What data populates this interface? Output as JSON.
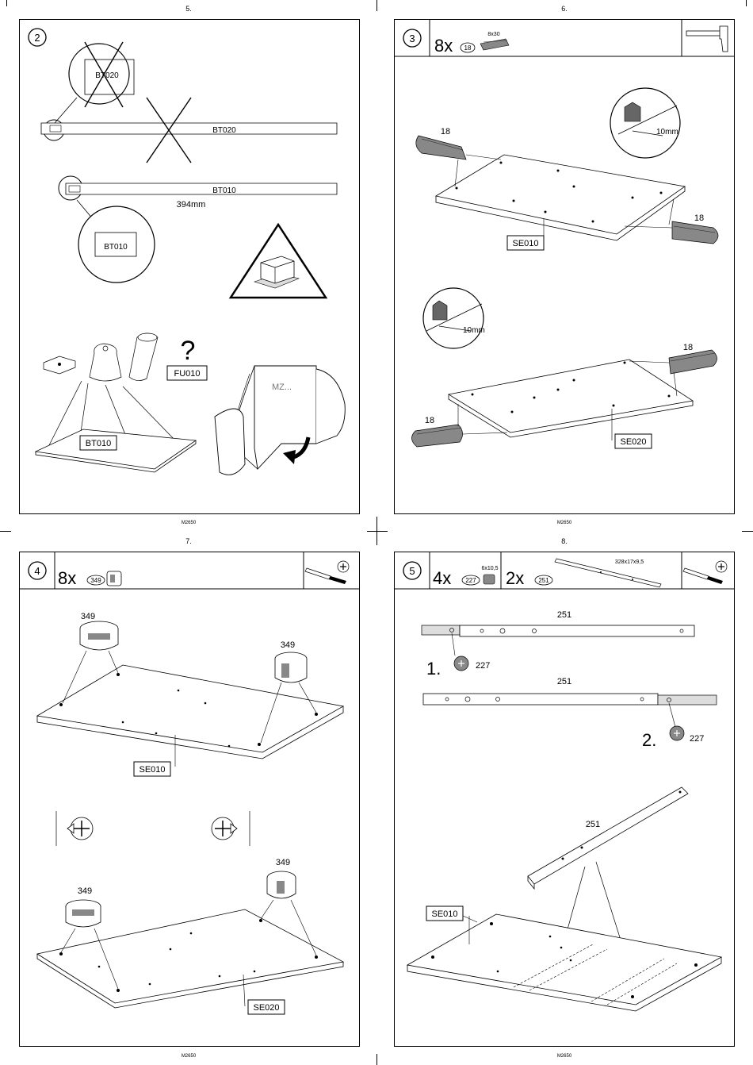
{
  "pages": [
    {
      "page_number": "5.",
      "footer": "M2650",
      "step": "2",
      "labels": {
        "bt020_zoom": "BT020",
        "bt020_rail": "BT020",
        "bt010_rail": "BT010",
        "length": "394mm",
        "bt010_zoom": "BT010",
        "fu010": "FU010",
        "bt010_board": "BT010",
        "question": "?",
        "handwriting": "MZ..."
      }
    },
    {
      "page_number": "6.",
      "footer": "M2650",
      "step": "3",
      "header": {
        "quantity": "8x",
        "part": "18",
        "part_size": "8x30"
      },
      "labels": {
        "d1": "18",
        "d2": "18",
        "d3": "18",
        "d4": "18",
        "depth1": "10mm",
        "depth2": "10mm",
        "se010": "SE010",
        "se020": "SE020"
      }
    },
    {
      "page_number": "7.",
      "footer": "M2650",
      "step": "4",
      "header": {
        "quantity": "8x",
        "part": "349"
      },
      "labels": {
        "c1": "349",
        "c2": "349",
        "c3": "349",
        "c4": "349",
        "se010": "SE010",
        "se020": "SE020"
      }
    },
    {
      "page_number": "8.",
      "footer": "M2650",
      "step": "5",
      "header": {
        "quantity1": "4x",
        "part1": "227",
        "part1_size": "6x10,5",
        "quantity2": "2x",
        "part2": "251",
        "part2_size": "328x17x9,5"
      },
      "labels": {
        "rail1": "251",
        "rail2": "251",
        "rail3": "251",
        "step1": "1.",
        "step2": "2.",
        "screw1": "227",
        "screw2": "227",
        "se010": "SE010"
      }
    }
  ]
}
